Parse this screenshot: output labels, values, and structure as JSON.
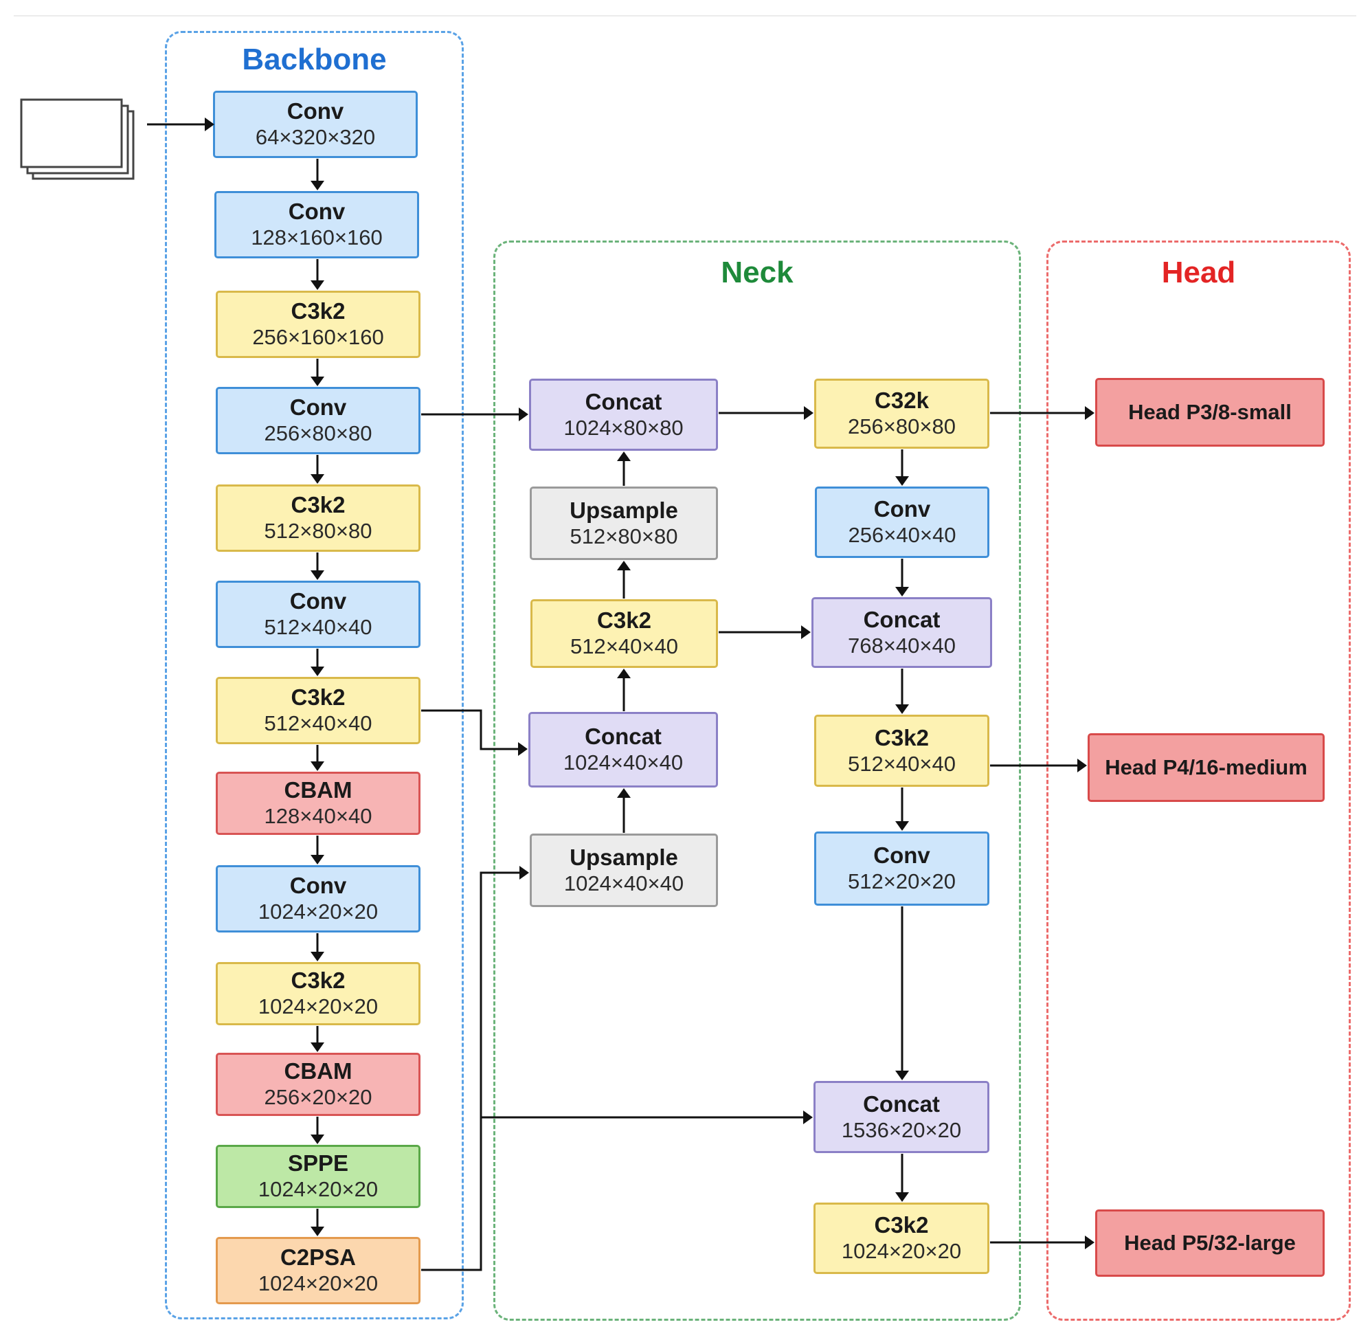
{
  "groups": {
    "backbone": "Backbone",
    "neck": "Neck",
    "head": "Head"
  },
  "backbone": [
    {
      "id": "bb1",
      "title": "Conv",
      "dims": "64×320×320",
      "type": "conv"
    },
    {
      "id": "bb2",
      "title": "Conv",
      "dims": "128×160×160",
      "type": "conv"
    },
    {
      "id": "bb3",
      "title": "C3k2",
      "dims": "256×160×160",
      "type": "c3k2"
    },
    {
      "id": "bb4",
      "title": "Conv",
      "dims": "256×80×80",
      "type": "conv"
    },
    {
      "id": "bb5",
      "title": "C3k2",
      "dims": "512×80×80",
      "type": "c3k2"
    },
    {
      "id": "bb6",
      "title": "Conv",
      "dims": "512×40×40",
      "type": "conv"
    },
    {
      "id": "bb7",
      "title": "C3k2",
      "dims": "512×40×40",
      "type": "c3k2"
    },
    {
      "id": "bb8",
      "title": "CBAM",
      "dims": "128×40×40",
      "type": "cbam"
    },
    {
      "id": "bb9",
      "title": "Conv",
      "dims": "1024×20×20",
      "type": "conv"
    },
    {
      "id": "bb10",
      "title": "C3k2",
      "dims": "1024×20×20",
      "type": "c3k2"
    },
    {
      "id": "bb11",
      "title": "CBAM",
      "dims": "256×20×20",
      "type": "cbam"
    },
    {
      "id": "bb12",
      "title": "SPPE",
      "dims": "1024×20×20",
      "type": "sppe"
    },
    {
      "id": "bb13",
      "title": "C2PSA",
      "dims": "1024×20×20",
      "type": "c2psa"
    }
  ],
  "neck_left": [
    {
      "id": "nl1",
      "title": "Concat",
      "dims": "1024×80×80",
      "type": "concat"
    },
    {
      "id": "nl2",
      "title": "Upsample",
      "dims": "512×80×80",
      "type": "upsample"
    },
    {
      "id": "nl3",
      "title": "C3k2",
      "dims": "512×40×40",
      "type": "c3k2"
    },
    {
      "id": "nl4",
      "title": "Concat",
      "dims": "1024×40×40",
      "type": "concat"
    },
    {
      "id": "nl5",
      "title": "Upsample",
      "dims": "1024×40×40",
      "type": "upsample"
    }
  ],
  "neck_right": [
    {
      "id": "nr1",
      "title": "C32k",
      "dims": "256×80×80",
      "type": "c3k2"
    },
    {
      "id": "nr2",
      "title": "Conv",
      "dims": "256×40×40",
      "type": "conv"
    },
    {
      "id": "nr3",
      "title": "Concat",
      "dims": "768×40×40",
      "type": "concat"
    },
    {
      "id": "nr4",
      "title": "C3k2",
      "dims": "512×40×40",
      "type": "c3k2"
    },
    {
      "id": "nr5",
      "title": "Conv",
      "dims": "512×20×20",
      "type": "conv"
    },
    {
      "id": "nr6",
      "title": "Concat",
      "dims": "1536×20×20",
      "type": "concat"
    },
    {
      "id": "nr7",
      "title": "C3k2",
      "dims": "1024×20×20",
      "type": "c3k2"
    }
  ],
  "heads": [
    {
      "id": "h1",
      "label": "Head P3/8-small"
    },
    {
      "id": "h2",
      "label": "Head P4/16-medium"
    },
    {
      "id": "h3",
      "label": "Head P5/32-large"
    }
  ],
  "colors": {
    "backbone_border": "#5aa2e6",
    "neck_border": "#6bb37a",
    "head_border": "#ec6b6b",
    "backbone_title": "#1f6fd1",
    "neck_title": "#1e8a3a",
    "head_title": "#e32424",
    "arrow": "#111111"
  }
}
